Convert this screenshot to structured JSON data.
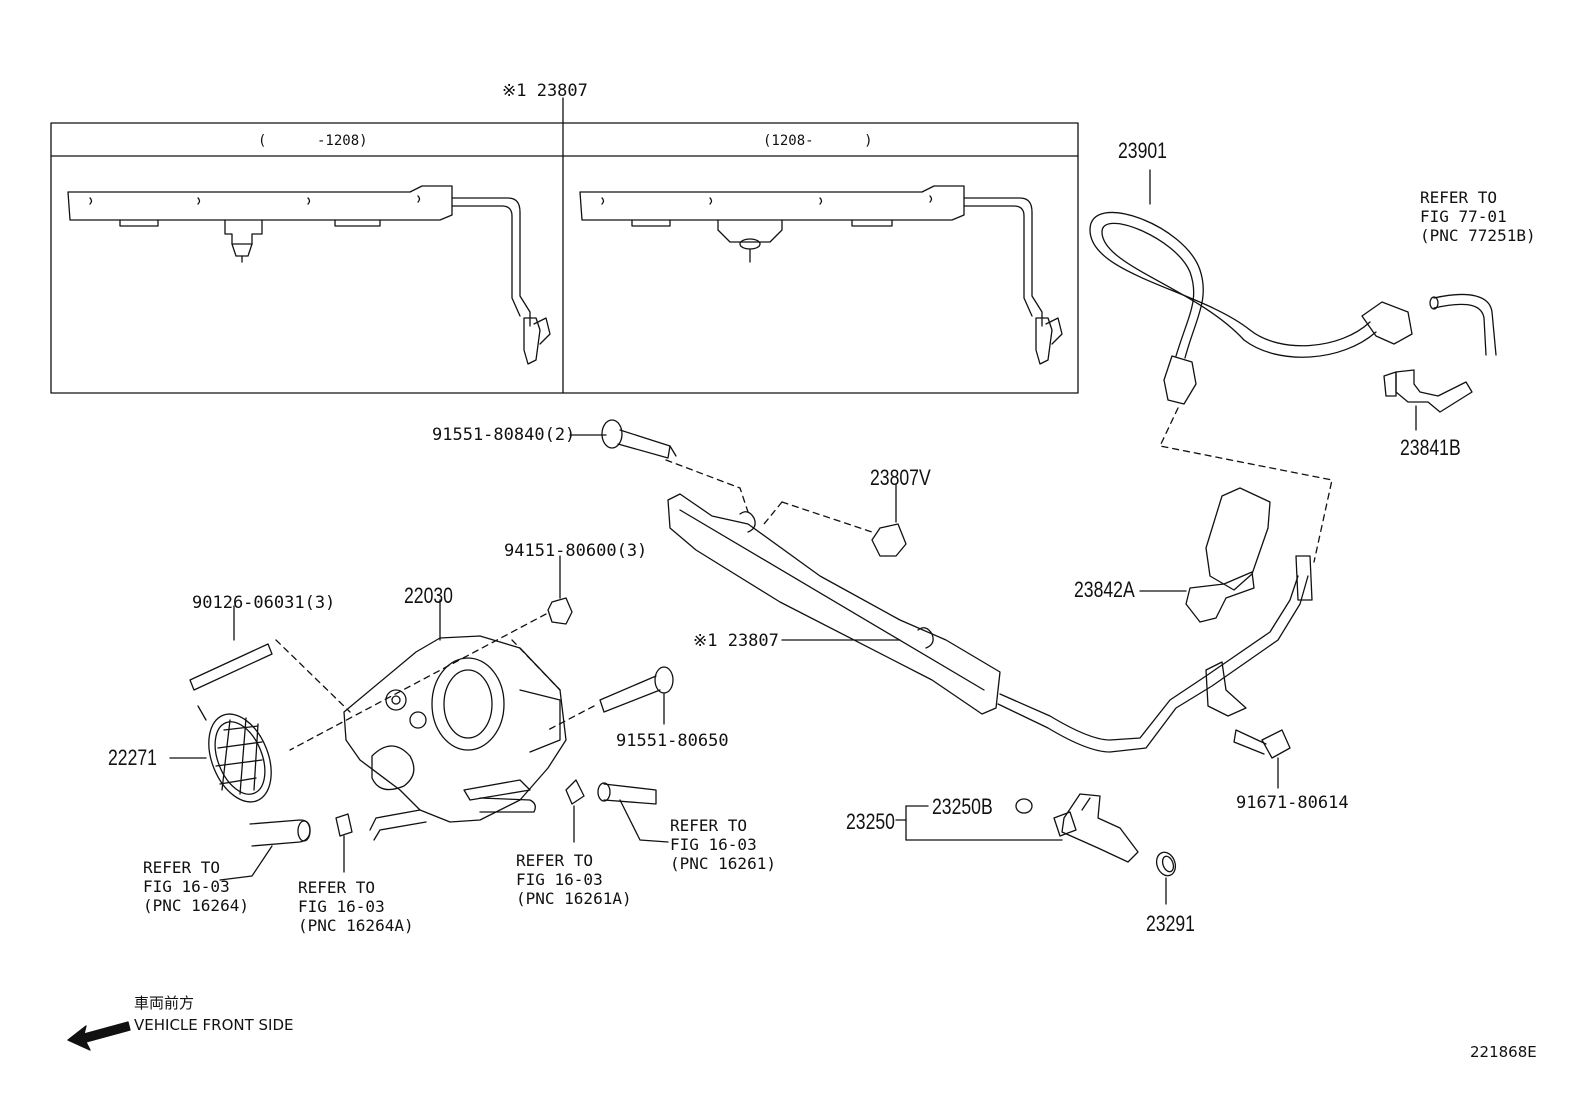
{
  "inset": {
    "left_label": "(      -1208)",
    "right_label": "(1208-      )",
    "part_label": "※1 23807"
  },
  "parts": {
    "p23901": "23901",
    "p23841B": "23841B",
    "p91551_80840": "91551-80840(2)",
    "p23807V": "23807V",
    "p94151_80600": "94151-80600(3)",
    "p90126_06031": "90126-06031(3)",
    "p22030": "22030",
    "p23842A": "23842A",
    "p23807": "※1 23807",
    "p22271": "22271",
    "p91551_80650": "91551-80650",
    "p91671_80614": "91671-80614",
    "p23250": "23250",
    "p23250B": "23250B",
    "p23291": "23291"
  },
  "refs": {
    "fig77": "REFER TO\nFIG 77-01\n(PNC 77251B)",
    "fig16264": "REFER TO\nFIG 16-03\n(PNC 16264)",
    "fig16264A": "REFER TO\nFIG 16-03\n(PNC 16264A)",
    "fig16261A": "REFER TO\nFIG 16-03\n(PNC 16261A)",
    "fig16261": "REFER TO\nFIG 16-03\n(PNC 16261)"
  },
  "front": {
    "jp": "車両前方",
    "en": "VEHICLE FRONT SIDE"
  },
  "figure_id": "221868E"
}
